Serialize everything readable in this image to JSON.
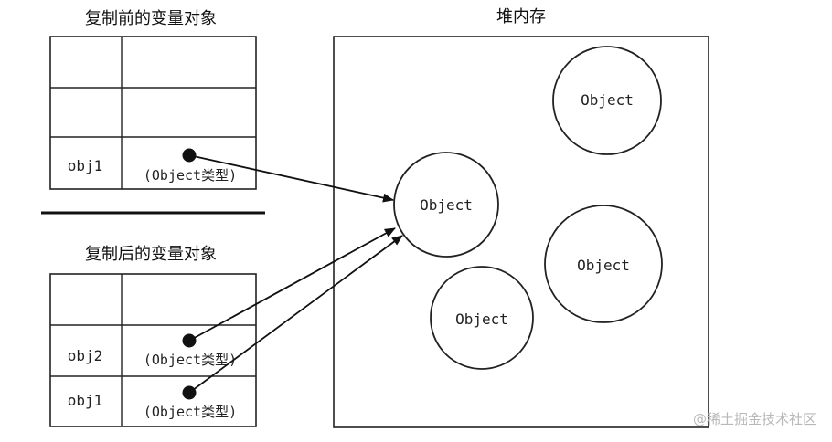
{
  "before": {
    "title": "复制前的变量对象",
    "row_name": "obj1",
    "row_value": "(Object类型)"
  },
  "after": {
    "title": "复制后的变量对象",
    "row1_name": "obj2",
    "row1_value": "(Object类型)",
    "row2_name": "obj1",
    "row2_value": "(Object类型)"
  },
  "heap": {
    "title": "堆内存",
    "objects": [
      "Object",
      "Object",
      "Object",
      "Object"
    ]
  },
  "watermark": "@稀土掘金技术社区"
}
